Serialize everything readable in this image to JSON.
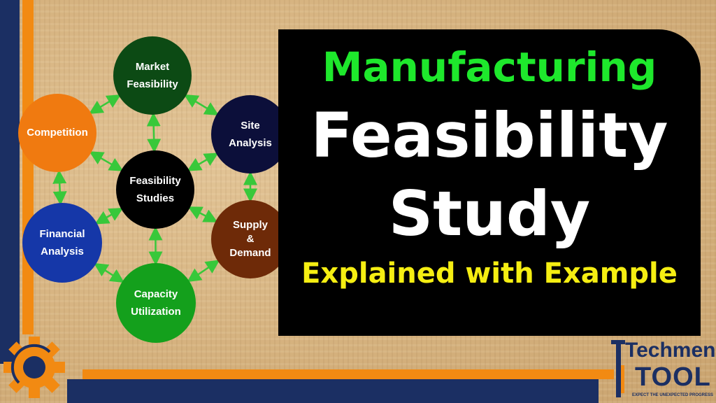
{
  "title": {
    "line1": "Manufacturing",
    "line2": "Feasibility",
    "line3": "Study",
    "line4": "Explained with Example",
    "colors": {
      "line1": "#1ee82c",
      "line2": "#ffffff",
      "line3": "#ffffff",
      "line4": "#f5ee12"
    }
  },
  "diagram": {
    "center": {
      "label": "Feasibility\nStudies",
      "color": "#000000"
    },
    "nodes": [
      {
        "label": "Market\nFeasibility",
        "color": "#0c4a14"
      },
      {
        "label": "Site\nAnalysis",
        "color": "#0c0f3a"
      },
      {
        "label": "Supply\n&\nDemand",
        "color": "#6e2a08"
      },
      {
        "label": "Capacity\nUtilization",
        "color": "#14a01c"
      },
      {
        "label": "Financial\nAnalysis",
        "color": "#1537a8"
      },
      {
        "label": "Competition",
        "color": "#f07a10"
      }
    ],
    "arrow_color": "#38c83a"
  },
  "logo": {
    "top": "Techmen",
    "bottom": "TOOL",
    "tagline": "EXPECT THE UNEXPECTED PROGRESS"
  },
  "gear_icon": "gear-icon"
}
